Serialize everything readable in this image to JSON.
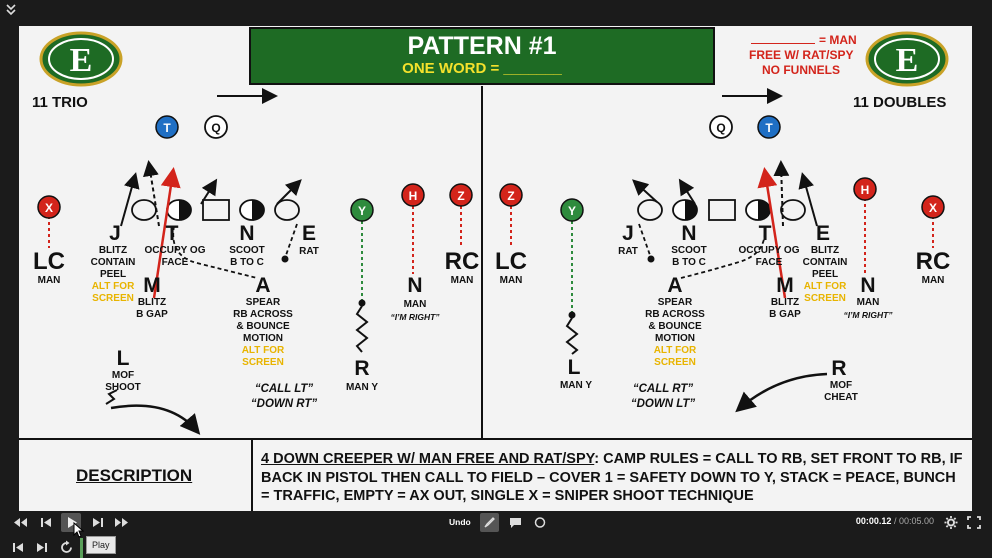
{
  "header": {
    "title": "PATTERN #1",
    "subtitle": "ONE WORD = _______"
  },
  "top_right_notes": {
    "line1": "= MAN",
    "line2": "FREE W/ RAT/SPY",
    "line3": "NO FUNNELS"
  },
  "logo_letter": "E",
  "left": {
    "formation": "11 TRIO",
    "markers": [
      "T",
      "Q",
      "X",
      "Y",
      "H",
      "Z"
    ],
    "lc": "LC",
    "lc_sub": "MAN",
    "j": "J",
    "j_notes": [
      "BLITZ",
      "CONTAIN",
      "PEEL"
    ],
    "j_alt": [
      "ALT FOR",
      "SCREEN"
    ],
    "t": "T",
    "t_note": "OCCUPY OG",
    "t_note2": "FACE",
    "n": "N",
    "n_notes": [
      "SCOOT",
      "B TO C"
    ],
    "e": "E",
    "e_note": "RAT",
    "m": "M",
    "m_notes": [
      "BLITZ",
      "B GAP"
    ],
    "a": "A",
    "a_notes": [
      "SPEAR",
      "RB ACROSS",
      "& BOUNCE",
      "MOTION"
    ],
    "a_alt": [
      "ALT FOR",
      "SCREEN"
    ],
    "n2": "N",
    "n2_notes": [
      "MAN",
      "“I’M RIGHT”"
    ],
    "rc": "RC",
    "rc_sub": "MAN",
    "r": "R",
    "r_sub": "MAN Y",
    "l": "L",
    "l_notes": [
      "MOF",
      "SHOOT"
    ],
    "calls": [
      "“CALL LT”",
      "“DOWN RT”"
    ]
  },
  "right": {
    "formation": "11 DOUBLES",
    "lc": "LC",
    "lc_sub": "MAN",
    "j": "J",
    "j_note": "RAT",
    "n": "N",
    "n_notes": [
      "SCOOT",
      "B TO C"
    ],
    "t": "T",
    "t_note": "OCCUPY OG",
    "t_note2": "FACE",
    "e": "E",
    "e_notes": [
      "BLITZ",
      "CONTAIN",
      "PEEL"
    ],
    "e_alt": [
      "ALT FOR",
      "SCREEN"
    ],
    "a": "A",
    "a_notes": [
      "SPEAR",
      "RB ACROSS",
      "& BOUNCE",
      "MOTION"
    ],
    "a_alt": [
      "ALT FOR",
      "SCREEN"
    ],
    "m": "M",
    "m_notes": [
      "BLITZ",
      "B GAP"
    ],
    "n2": "N",
    "n2_notes": [
      "MAN",
      "“I’M RIGHT”"
    ],
    "rc": "RC",
    "rc_sub": "MAN",
    "l": "L",
    "l_sub": "MAN Y",
    "r": "R",
    "r_notes": [
      "MOF",
      "CHEAT"
    ],
    "calls": [
      "“CALL RT”",
      "“DOWN LT”"
    ]
  },
  "description": {
    "label": "DESCRIPTION",
    "lead": "4 DOWN CREEPER W/ MAN FREE AND RAT/SPY",
    "body": ": CAMP RULES = CALL TO RB, SET FRONT TO RB, IF BACK IN PISTOL THEN CALL TO FIELD – COVER 1 = SAFETY DOWN TO Y, STACK = PEACE, BUNCH = TRAFFIC, EMPTY = AX OUT, SINGLE X = SNIPER SHOOT TECHNIQUE"
  },
  "player": {
    "undo_label": "Undo",
    "time_current": "00:00.12",
    "time_total": "/ 00:05.00",
    "tooltip": "Play",
    "colors": {
      "bg": "#1b1b1b",
      "accent": "#5aa05a"
    }
  }
}
